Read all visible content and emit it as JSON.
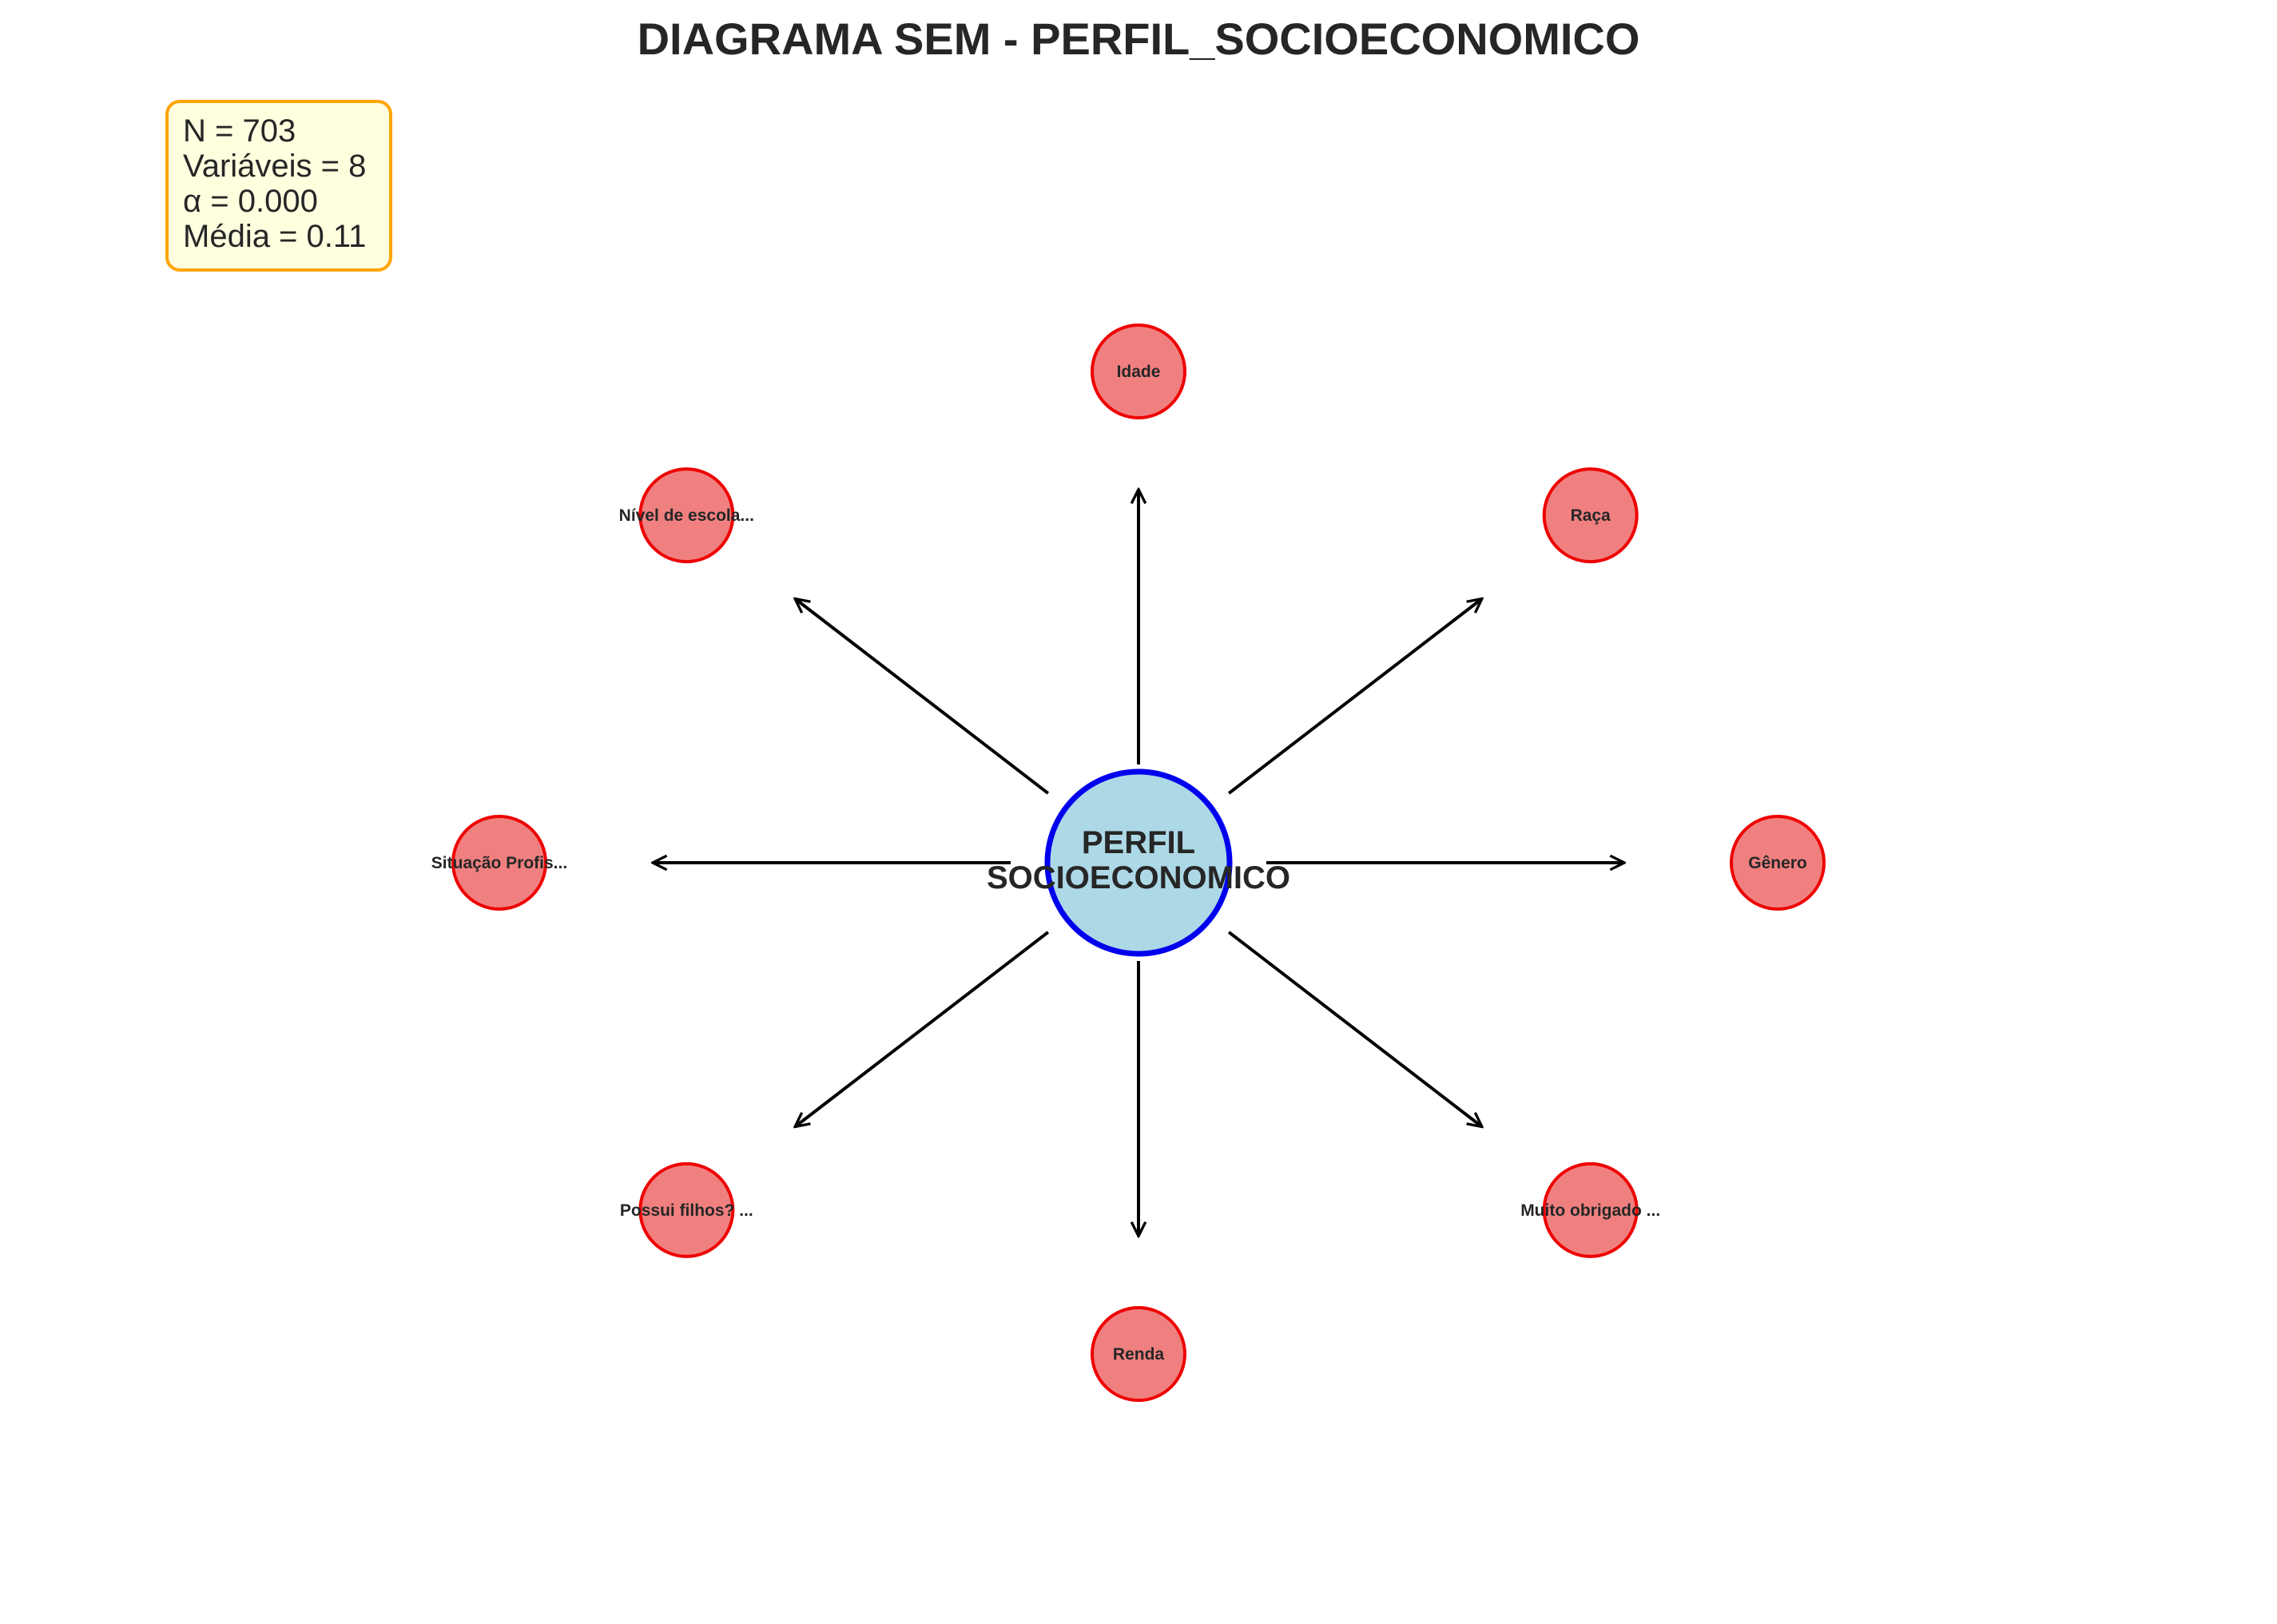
{
  "title": "DIAGRAMA SEM - PERFIL_SOCIOECONOMICO",
  "stats": {
    "n": "N = 703",
    "variaveis": "Variáveis = 8",
    "alpha": "α = 0.000",
    "media": "Média = 0.11"
  },
  "latent": {
    "line1": "PERFIL",
    "line2": "SOCIOECONOMICO"
  },
  "indicators": [
    "Idade",
    "Raça",
    "Gênero",
    "Muito obrigado ...",
    "Renda",
    "Possui filhos? ...",
    "Situação Profis...",
    "Nível de escola..."
  ],
  "colors": {
    "latent_fill": "#add8e6",
    "latent_stroke": "#0000ee",
    "indicator_fill": "#f08080",
    "indicator_stroke": "#ee0000",
    "stats_fill": "#ffffe0",
    "stats_stroke": "#ffa500",
    "arrow": "#000000"
  }
}
